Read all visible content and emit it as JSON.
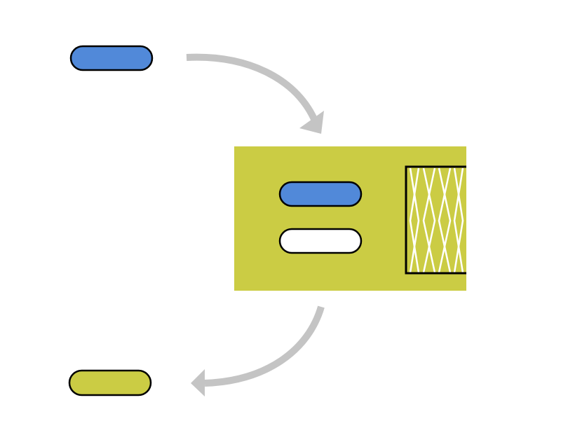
{
  "diagram": {
    "colors": {
      "background": "#ffffff",
      "blue": "#5189d9",
      "yellow_green": "#cbcc44",
      "white": "#ffffff",
      "outline": "#000000",
      "arrow_gray": "#c4c4c4",
      "hatch_lines": "#ffffff"
    },
    "nodes": [
      {
        "id": "input-pill",
        "shape": "pill",
        "fill": "blue"
      },
      {
        "id": "process-box",
        "shape": "rectangle",
        "fill": "yellow_green"
      },
      {
        "id": "inner-blue-pill",
        "shape": "pill",
        "fill": "blue"
      },
      {
        "id": "inner-white-pill",
        "shape": "pill",
        "fill": "white"
      },
      {
        "id": "hatched-panel",
        "shape": "rectangle",
        "pattern": "zigzag-lines"
      },
      {
        "id": "output-pill",
        "shape": "pill",
        "fill": "yellow_green"
      }
    ],
    "edges": [
      {
        "from": "input-pill",
        "to": "process-box",
        "style": "curved-arrow",
        "color": "arrow_gray"
      },
      {
        "from": "process-box",
        "to": "output-pill",
        "style": "curved-arrow",
        "color": "arrow_gray"
      }
    ]
  }
}
